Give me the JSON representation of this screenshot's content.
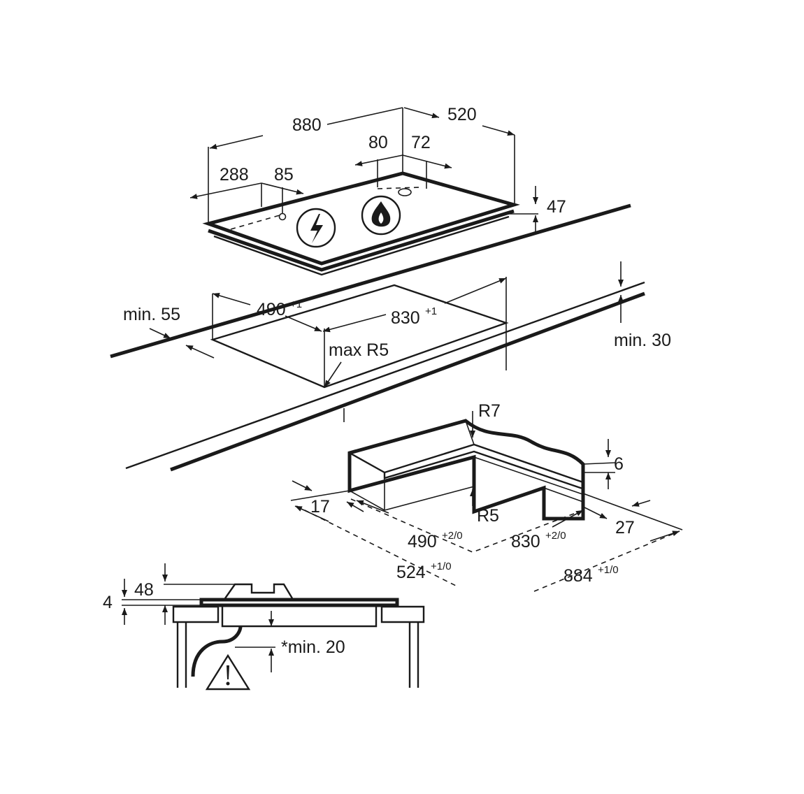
{
  "hob": {
    "width": "880",
    "depth": "520",
    "height": "47",
    "el_conn_x": "288",
    "el_conn_y": "85",
    "gas_conn_x": "80",
    "gas_conn_y": "72"
  },
  "cutout": {
    "depth": "490",
    "depth_tol": "+1",
    "width": "830",
    "width_tol": "+1",
    "min_front": "min. 55",
    "min_thickness": "min. 30",
    "max_radius": "max R5"
  },
  "frame": {
    "r_top": "R7",
    "r_inner": "R5",
    "step": "6",
    "left": "17",
    "right": "27",
    "inner_depth": "490",
    "inner_depth_tol": "+2/0",
    "inner_width": "830",
    "inner_width_tol": "+2/0",
    "outer_depth": "524",
    "outer_depth_tol": "+1/0",
    "outer_width": "884",
    "outer_width_tol": "+1/0"
  },
  "section": {
    "top_height": "48",
    "lip": "4",
    "min_below": "*min. 20"
  }
}
